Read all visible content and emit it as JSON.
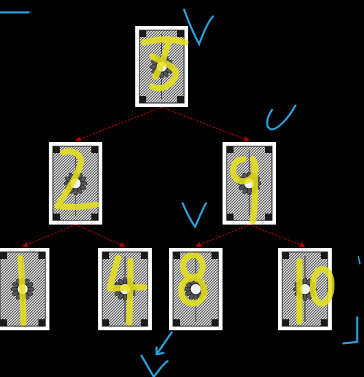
{
  "canvas_background": "#000000",
  "colors": {
    "card_border": "#ffffff",
    "card_face": "#d9d9d9",
    "card_pattern": "#2a2a2a",
    "edge": "#b00000",
    "highlight": "#e6e21a",
    "ink": "#2a9fd6"
  },
  "tree": {
    "nodes": [
      {
        "id": "root",
        "label": "5",
        "checked": true
      },
      {
        "id": "mid-left",
        "label": "2",
        "checked": false
      },
      {
        "id": "mid-right",
        "label": "9",
        "checked": true
      },
      {
        "id": "leaf-1",
        "label": "1",
        "checked": false
      },
      {
        "id": "leaf-2",
        "label": "4",
        "checked": false
      },
      {
        "id": "leaf-3",
        "label": "8",
        "checked": true
      },
      {
        "id": "leaf-4",
        "label": "10",
        "checked": false
      }
    ],
    "edges": [
      [
        "root",
        "mid-left"
      ],
      [
        "root",
        "mid-right"
      ],
      [
        "mid-left",
        "leaf-1"
      ],
      [
        "mid-left",
        "leaf-2"
      ],
      [
        "mid-right",
        "leaf-3"
      ],
      [
        "mid-right",
        "leaf-4"
      ]
    ]
  },
  "icons": {
    "card_back": "ornate-card-back-icon",
    "checkmark": "checkmark-icon",
    "arrow": "arrow-icon"
  }
}
